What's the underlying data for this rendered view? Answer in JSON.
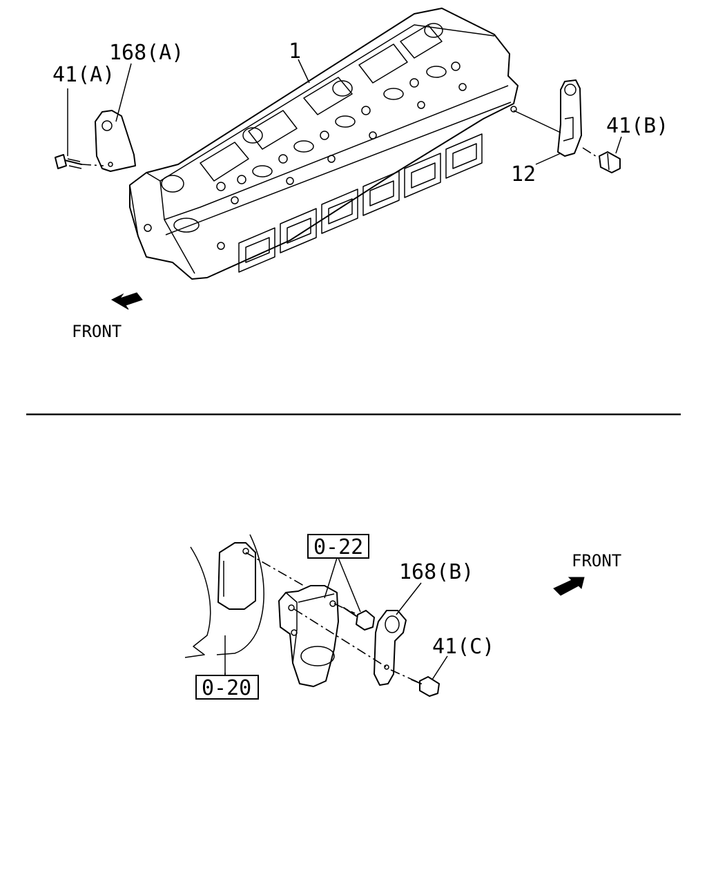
{
  "top_view": {
    "labels": {
      "bolt_a": "41(A)",
      "bracket_a": "168(A)",
      "head": "1",
      "bolt_b": "41(B)",
      "bracket_12": "12"
    },
    "front_label": "FRONT"
  },
  "bottom_view": {
    "labels": {
      "ref_022": "0-22",
      "bracket_b": "168(B)",
      "bolt_c": "41(C)",
      "ref_020": "0-20"
    },
    "front_label": "FRONT"
  }
}
